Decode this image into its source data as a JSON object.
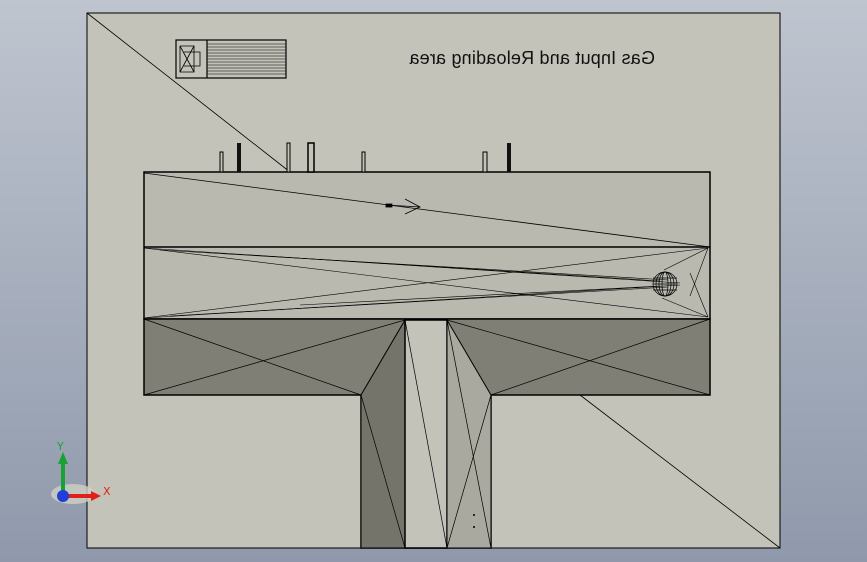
{
  "label": {
    "text": "Gas Input and Reloading area"
  },
  "triad": {
    "x_label": "X",
    "y_label": "Y"
  },
  "colors": {
    "background_top": "#bfc5cf",
    "background_bottom": "#8f99ab",
    "sheet": "#c3c3b9",
    "upper_block": "#b9b9af",
    "lower_block": "#7f7f75",
    "stem_dark": "#74746a",
    "stem_mid": "#a9a99f",
    "line": "#000000",
    "axis_x": "#e0201a",
    "axis_y": "#18a236",
    "axis_z": "#1f3fd8"
  }
}
